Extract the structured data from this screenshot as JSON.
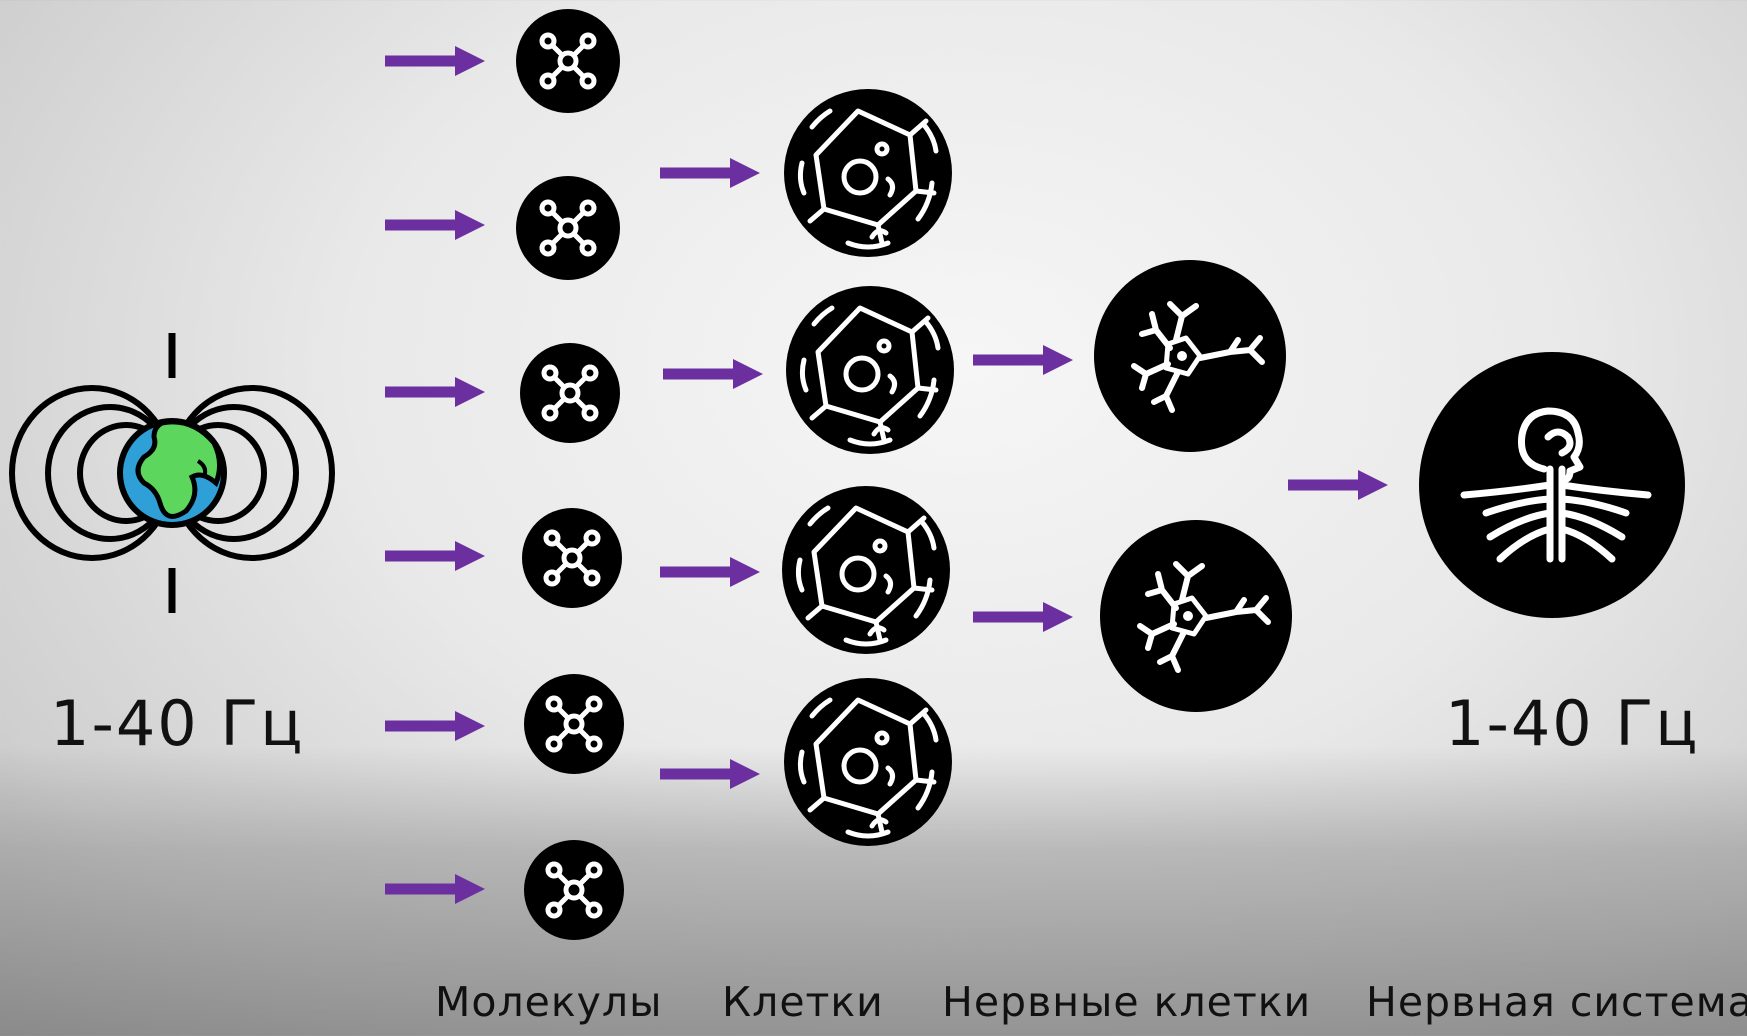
{
  "source": {
    "frequency_label": "1-40 Гц",
    "icon": "earth-magnetic-field-icon"
  },
  "target": {
    "frequency_label": "1-40 Гц",
    "icon": "nervous-system-icon"
  },
  "stages": [
    {
      "label": "Молекулы",
      "icon": "molecule-icon",
      "count": 6
    },
    {
      "label": "Клетки",
      "icon": "cell-icon",
      "count": 4
    },
    {
      "label": "Нервные клетки",
      "icon": "neuron-icon",
      "count": 2
    },
    {
      "label": "Нервная система",
      "icon": "nervous-system-icon",
      "count": 1
    }
  ],
  "colors": {
    "arrow": "#6b2fa0",
    "node_fill": "#000000",
    "earth_ocean": "#2f9fd8",
    "earth_land": "#5cd65c"
  }
}
